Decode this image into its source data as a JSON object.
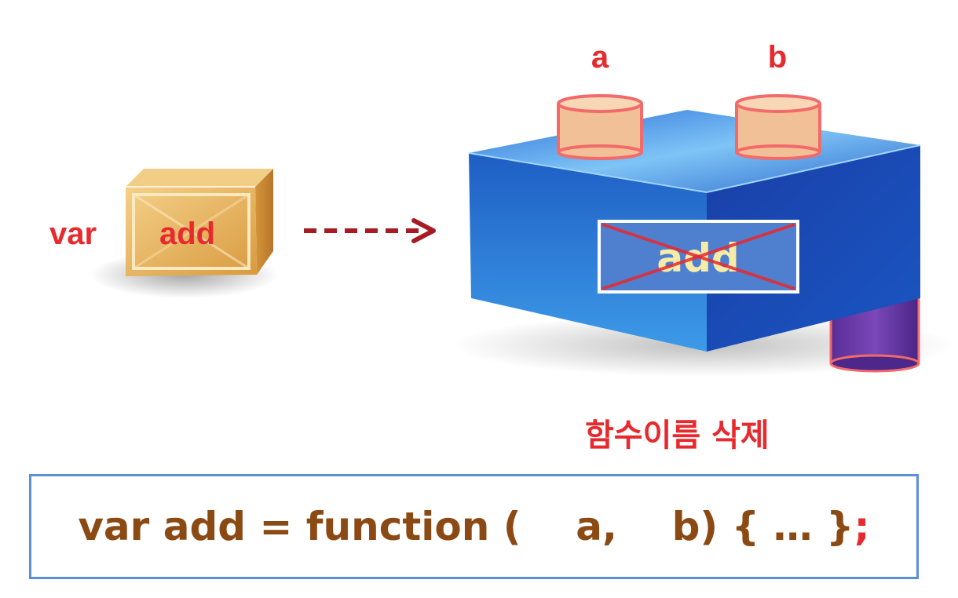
{
  "labels": {
    "var": "var",
    "add_on_crate": "add",
    "param_a": "a",
    "param_b": "b",
    "add_struck": "add",
    "caption": "함수이름 삭제"
  },
  "code": {
    "text": "var add = function (    a,    b) { … }",
    "semicolon": ";"
  },
  "colors": {
    "red": "#e8292d",
    "code_brown": "#8b4a14",
    "code_border": "#5b8fd6",
    "arrow": "#a61c22",
    "crate": "#e6b35a",
    "cube_blue": "#1f5fc7",
    "cylinder": "#f2c097",
    "purple": "#6a3aa0"
  },
  "icons": [
    "wooden-crate-icon",
    "dashed-arrow-icon",
    "function-box-icon",
    "parameter-cylinder-icon",
    "strike-cross-icon"
  ]
}
